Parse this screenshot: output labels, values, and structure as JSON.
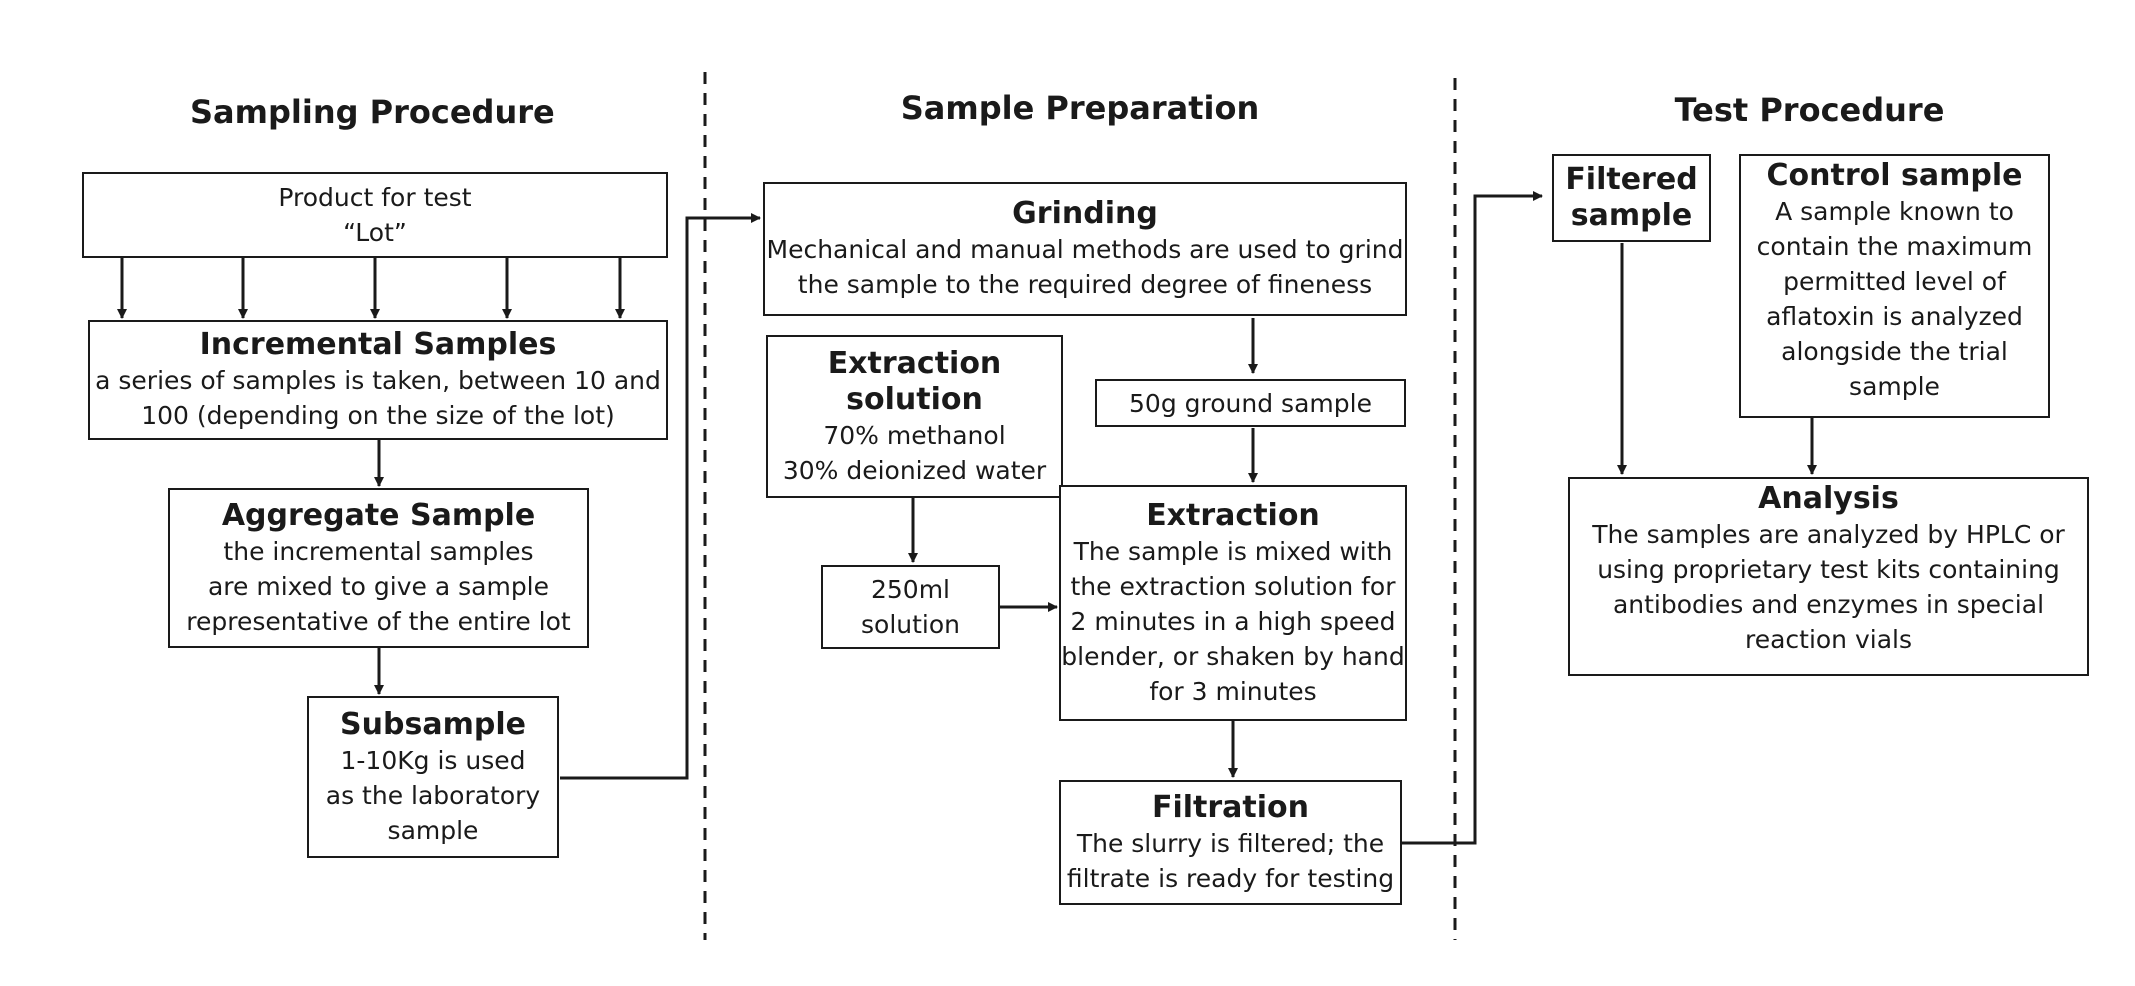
{
  "sections": {
    "sampling": "Sampling Procedure",
    "preparation": "Sample Preparation",
    "test": "Test Procedure"
  },
  "boxes": {
    "product": {
      "line1": "Product for test",
      "line2": "“Lot”"
    },
    "incremental": {
      "title": "Incremental Samples",
      "line1": "a series of samples is taken, between 10 and",
      "line2": "100 (depending on the size of the lot)"
    },
    "aggregate": {
      "title": "Aggregate Sample",
      "line1": "the incremental samples",
      "line2": "are mixed to give a sample",
      "line3": "representative of the entire lot"
    },
    "subsample": {
      "title": "Subsample",
      "line1": "1-10Kg is used",
      "line2": "as the laboratory",
      "line3": "sample"
    },
    "grinding": {
      "title": "Grinding",
      "line1": "Mechanical and manual methods are used to grind",
      "line2": "the sample to the required degree of fineness"
    },
    "extraction_solution": {
      "title1": "Extraction",
      "title2": "solution",
      "line1": "70% methanol",
      "line2": "30% deionized water"
    },
    "ground_sample": {
      "text": "50g ground sample"
    },
    "solution_250": {
      "line1": "250ml",
      "line2": "solution"
    },
    "extraction": {
      "title": "Extraction",
      "line1": "The sample is mixed with",
      "line2": "the extraction solution for",
      "line3": "2 minutes in a high speed",
      "line4": "blender, or shaken by hand",
      "line5": "for 3 minutes"
    },
    "filtration": {
      "title": "Filtration",
      "line1": "The slurry is filtered; the",
      "line2": "filtrate is ready for testing"
    },
    "filtered_sample": {
      "title1": "Filtered",
      "title2": "sample"
    },
    "control_sample": {
      "title": "Control sample",
      "line1": "A sample known to",
      "line2": "contain the maximum",
      "line3": "permitted level of",
      "line4": "aflatoxin is analyzed",
      "line5": "alongside the trial sample"
    },
    "analysis": {
      "title": "Analysis",
      "line1": "The samples are analyzed by HPLC or",
      "line2": "using proprietary test kits containing",
      "line3": "antibodies and enzymes in special",
      "line4": "reaction vials"
    }
  }
}
